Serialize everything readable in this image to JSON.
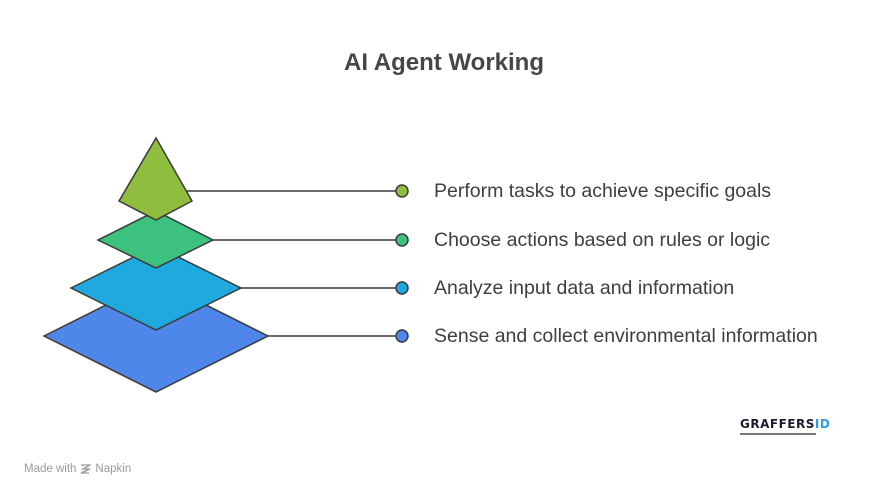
{
  "title": "AI Agent Working",
  "levels": [
    {
      "label": "Perform tasks to achieve specific goals",
      "color": "#8fbe3e",
      "dot_color": "#8fbe3e"
    },
    {
      "label": "Choose actions based on rules or logic",
      "color": "#3cc27e",
      "dot_color": "#3cc27e"
    },
    {
      "label": "Analyze input data and information",
      "color": "#1eaadf",
      "dot_color": "#1eaadf"
    },
    {
      "label": "Sense and collect environmental information",
      "color": "#4f86ea",
      "dot_color": "#4f86ea"
    }
  ],
  "footer": {
    "made_with": "Made with",
    "brand": "Napkin"
  },
  "logo": {
    "text_main": "GRAFFERS",
    "text_accent": "ID"
  }
}
